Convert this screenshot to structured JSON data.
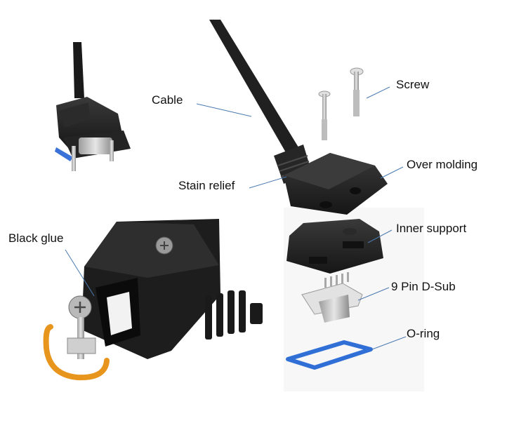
{
  "labels": {
    "cable": "Cable",
    "screw": "Screw",
    "over_molding": "Over molding",
    "stain_relief": "Stain relief",
    "black_glue": "Black glue",
    "inner_support": "Inner support",
    "nine_pin_dsub": "9 Pin D-Sub",
    "o_ring": "O-ring"
  },
  "colors": {
    "leader_line": "#4a7ab0",
    "plastic_black": "#1e1e1e",
    "o_ring_blue": "#2f6fd6",
    "handle_orange": "#e8951e",
    "metal": "#c9c9c9"
  }
}
